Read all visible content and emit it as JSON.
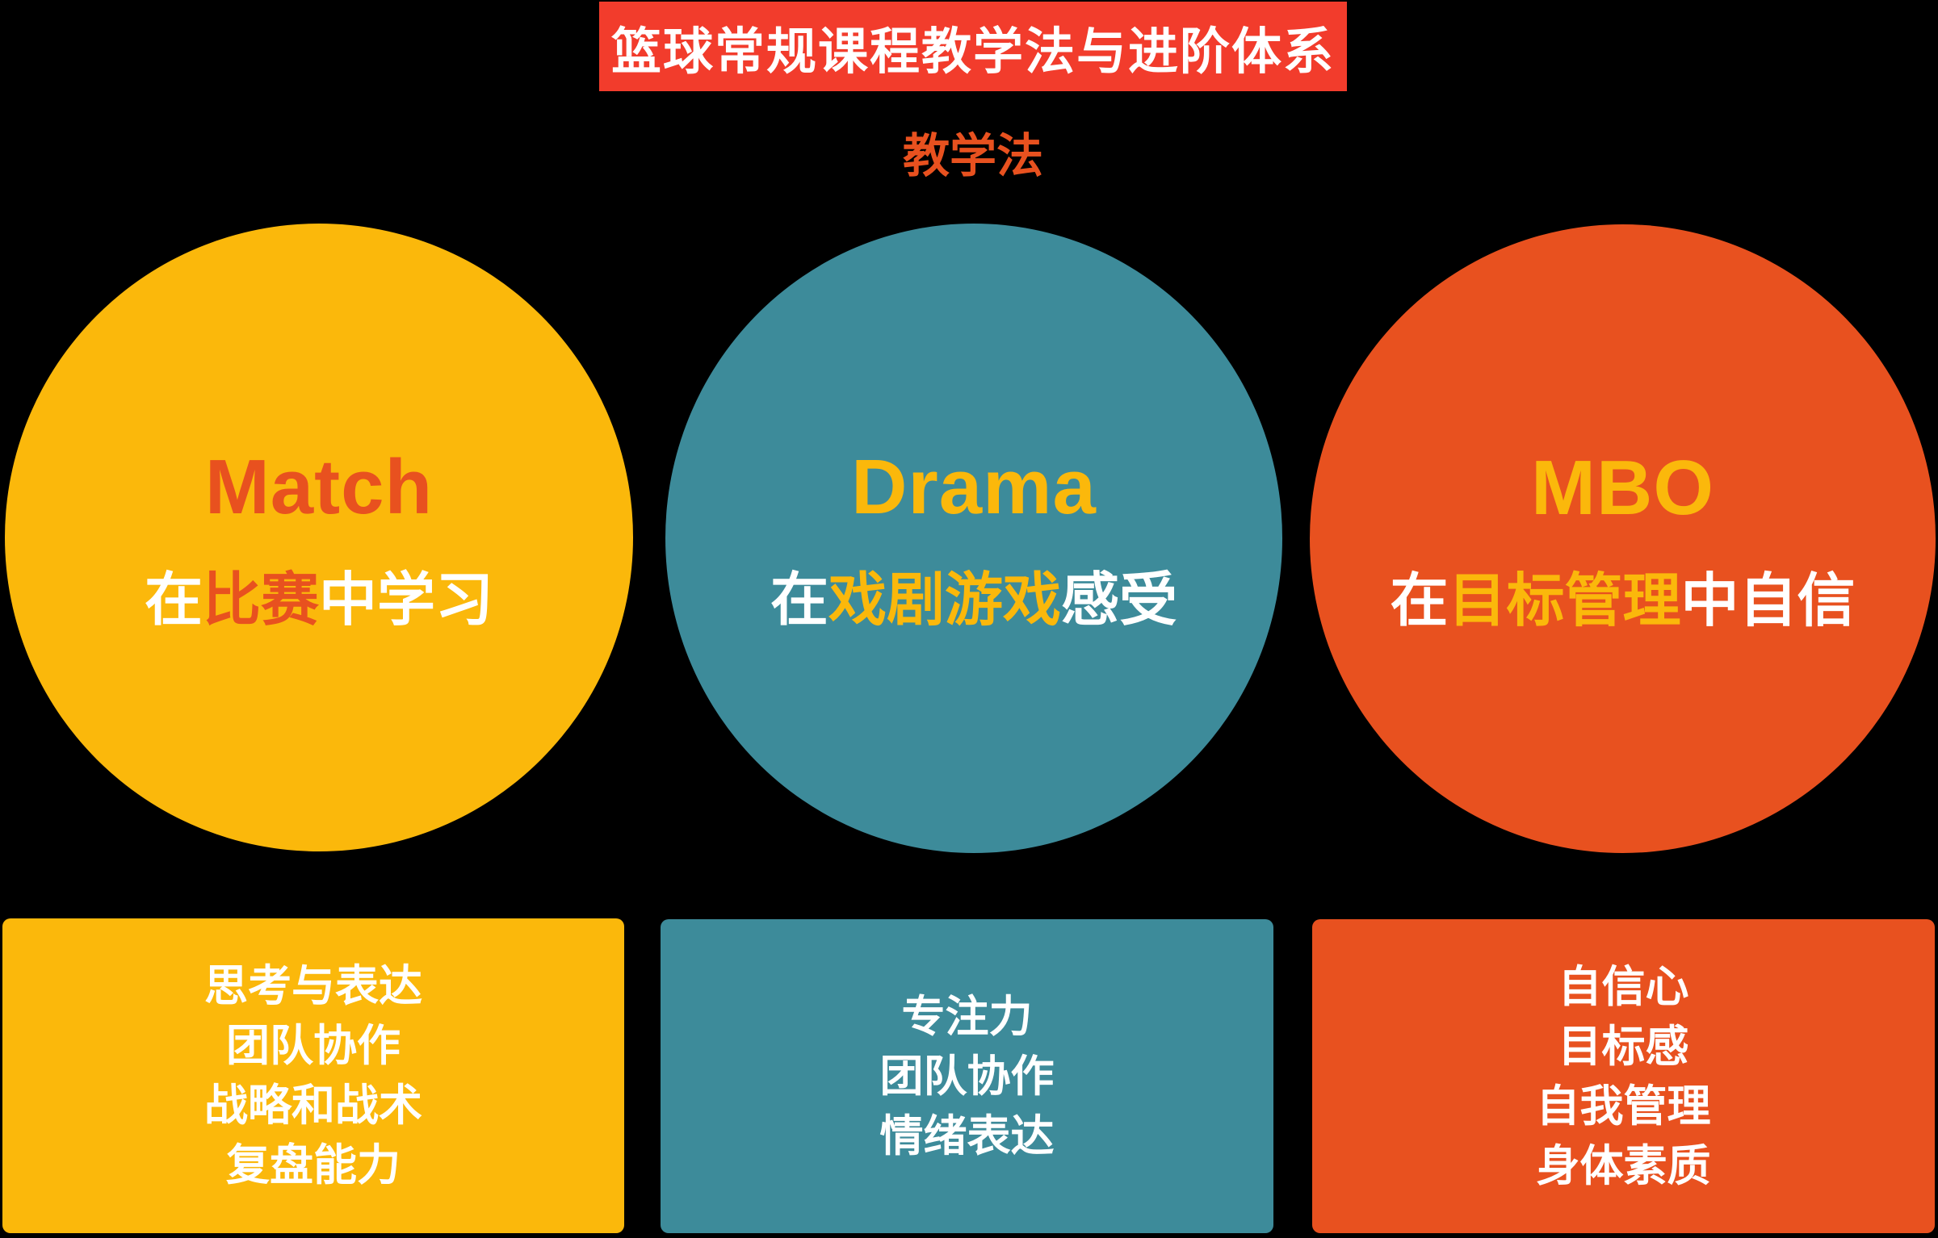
{
  "header": {
    "title": "篮球常规课程教学法与进阶体系",
    "section_label": "教学法"
  },
  "circles": [
    {
      "id": "match",
      "title": "Match",
      "subtitle": {
        "prefix": "在",
        "highlight": "比赛",
        "suffix": "中学习"
      }
    },
    {
      "id": "drama",
      "title": "Drama",
      "subtitle": {
        "prefix": "在",
        "highlight": "戏剧游戏",
        "suffix": "感受"
      }
    },
    {
      "id": "mbo",
      "title": "MBO",
      "subtitle": {
        "prefix": "在",
        "highlight": "目标管理",
        "suffix": "中自信"
      }
    }
  ],
  "cards": [
    {
      "items": [
        "思考与表达",
        "团队协作",
        "战略和战术",
        "复盘能力"
      ]
    },
    {
      "items": [
        "专注力",
        "团队协作",
        "情绪表达"
      ]
    },
    {
      "items": [
        "自信心",
        "目标感",
        "自我管理",
        "身体素质"
      ]
    }
  ],
  "palette": {
    "banner_red": "#F23C2C",
    "orange": "#E8511F",
    "yellow": "#FBB80B",
    "teal": "#3D8B9A",
    "text_white": "#FFFFFF",
    "background": "#000000"
  }
}
